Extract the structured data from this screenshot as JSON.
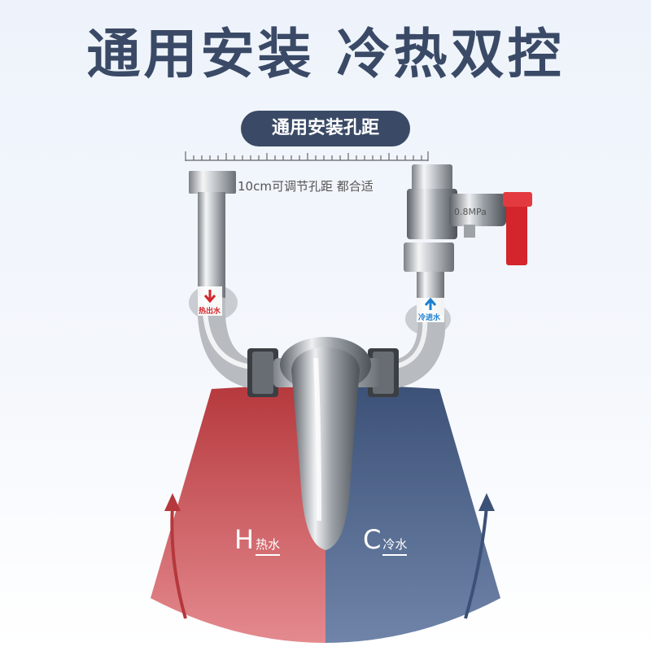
{
  "headline": "通用安装 冷热双控",
  "badge": "通用安装孔距",
  "ruler_caption": "10cm可调节孔距 都合适",
  "hot_label": "热出水",
  "cold_label": "冷进水",
  "hot": {
    "letter": "H",
    "text": "热水",
    "color": "#b5383c"
  },
  "cold": {
    "letter": "C",
    "text": "冷水",
    "color": "#3c5177"
  },
  "valve_marking": "0.8MPa"
}
